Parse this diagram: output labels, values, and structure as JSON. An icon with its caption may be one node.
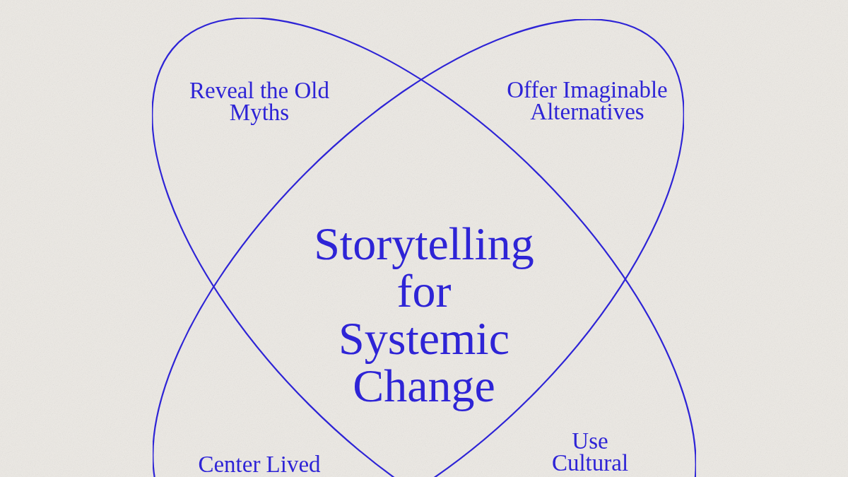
{
  "diagram": {
    "title": "Storytelling for Systemic Change",
    "nodes": [
      {
        "text": [
          "Reveal the Old Myths",
          "Use Cultural"
        ]
      },
      {
        "text": [
          "Offer Imaginable Alternatives",
          "Center Lived"
        ]
      }
    ]
  }
}
